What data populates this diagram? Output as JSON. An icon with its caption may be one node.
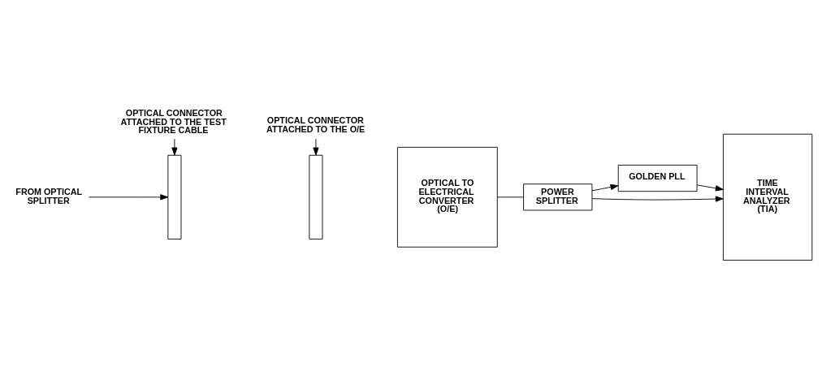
{
  "diagram": {
    "nodes": [
      {
        "text": [
          "FROM OPTICAL SPLITTER"
        ]
      },
      {
        "text": [],
        "shape": "box"
      },
      {
        "text": [],
        "shape": "box"
      },
      {
        "text": [
          "OPTICAL TO ELECTRICAL CONVERTER (O/E)"
        ]
      },
      {
        "text": [
          "POWER SPLITTER"
        ]
      },
      {
        "text": [
          "GOLDEN PLL"
        ]
      },
      {
        "text": [
          "TIME INTERVAL ANALYZER (TIA)"
        ]
      },
      {
        "text": [
          "OPTICAL CONNECTOR ATTACHED TO THE O/E"
        ]
      },
      {
        "text": [
          "OPTICAL CONNECTOR ATTACHED TO THE TEST FIXTURE CABLE"
        ]
      }
    ],
    "edges": [
      {
        "from": 0,
        "to": 1,
        "arrow": "to"
      },
      {
        "from": 7,
        "to": 2,
        "arrow": "to"
      },
      {
        "from": 8,
        "to": 1,
        "arrow": "to"
      },
      {
        "from": 3,
        "to": 4,
        "arrow": "none"
      },
      {
        "from": 4,
        "to": 6,
        "arrow": "to"
      },
      {
        "from": 4,
        "to": 5,
        "arrow": "to"
      },
      {
        "from": 5,
        "to": 6,
        "arrow": "to"
      }
    ]
  }
}
